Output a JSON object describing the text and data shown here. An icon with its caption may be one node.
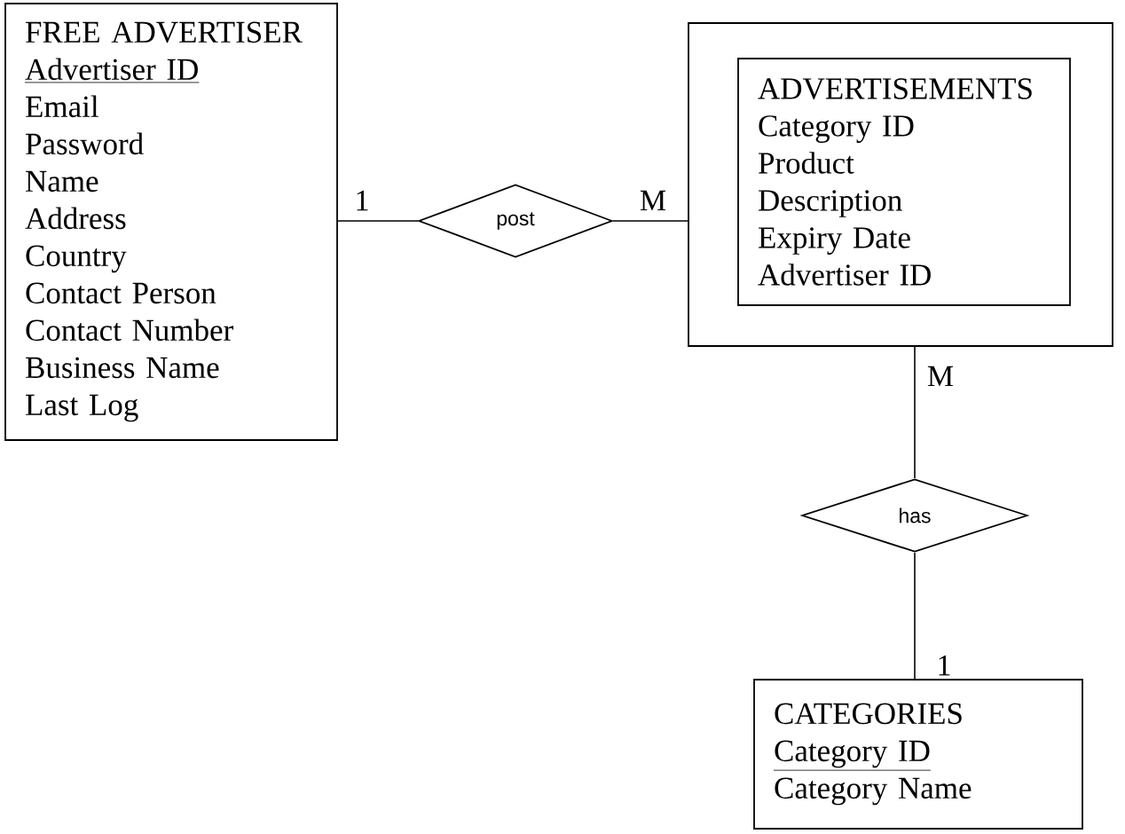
{
  "diagram": {
    "nodes": [
      {
        "text": [
          "FREE ADVERTISER",
          "Advertiser ID",
          "Email",
          "Password",
          "Name",
          "Address",
          "Country",
          "Contact Person",
          "Contact Number",
          "Business Name",
          "Last Log"
        ]
      },
      {
        "text": [
          "post"
        ]
      },
      {
        "text": [],
        "shape": "box"
      },
      {
        "text": [
          "ADVERTISEMENTS",
          "Category ID",
          "Product",
          "Description",
          "Expiry Date",
          "Advertiser ID"
        ],
        "in": 2
      },
      {
        "text": [
          "has"
        ]
      },
      {
        "text": [
          "CATEGORIES",
          "Category ID",
          "Category Name"
        ]
      }
    ],
    "edges": [
      {
        "from": 0,
        "to": 1,
        "arrow": "none",
        "label": "1"
      },
      {
        "from": 1,
        "to": 2,
        "arrow": "none",
        "label": "M"
      },
      {
        "from": 2,
        "to": 4,
        "arrow": "none",
        "label": "M"
      },
      {
        "from": 4,
        "to": 5,
        "arrow": "none",
        "label": "1"
      }
    ]
  }
}
